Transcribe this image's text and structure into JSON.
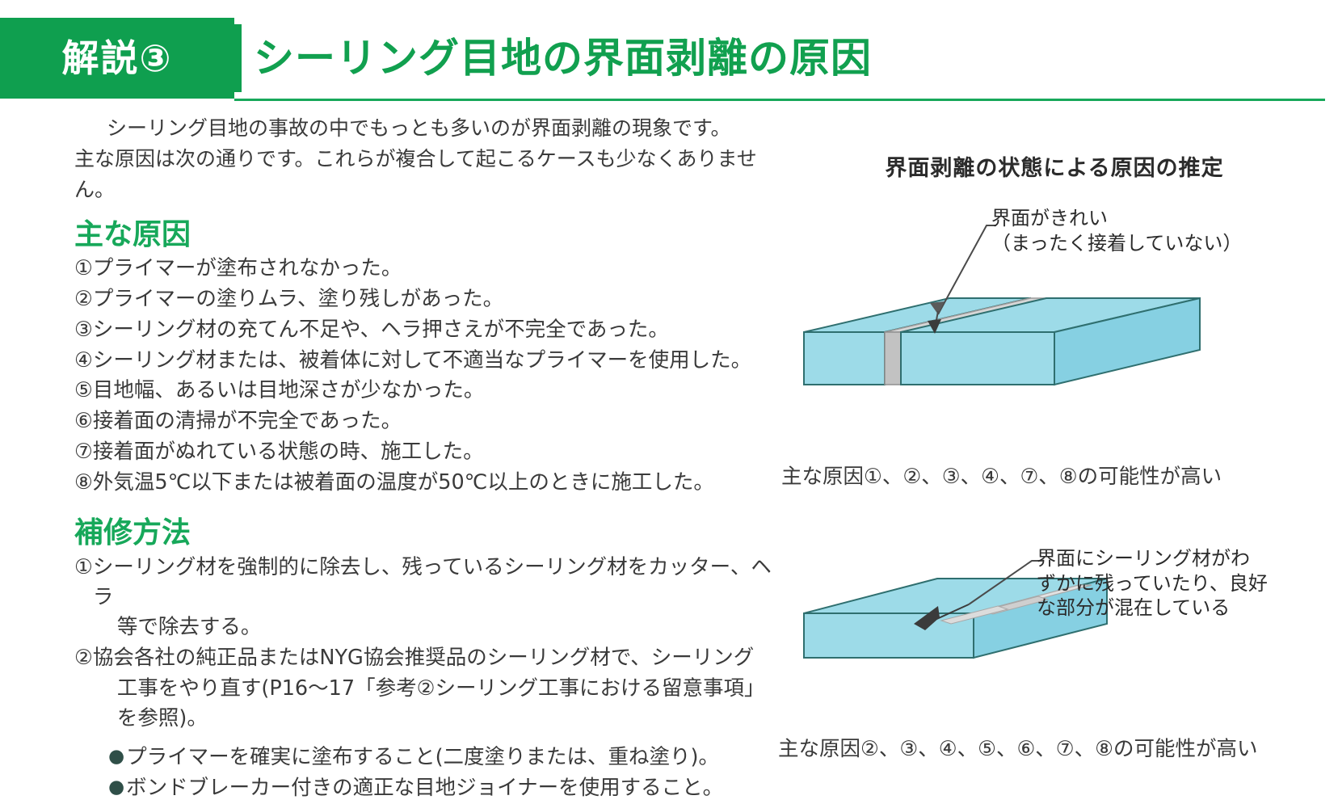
{
  "header": {
    "tab_label": "解説③",
    "title": "シーリング目地の界面剥離の原因",
    "accent_color": "#0f9f4f",
    "title_color": "#11a04f"
  },
  "intro": {
    "line1": "シーリング目地の事故の中でもっとも多いのが界面剥離の現象です。",
    "line2": "主な原因は次の通りです。これらが複合して起こるケースも少なくありません。"
  },
  "causes": {
    "heading": "主な原因",
    "items": [
      {
        "marker": "①",
        "text": "プライマーが塗布されなかった。"
      },
      {
        "marker": "②",
        "text": "プライマーの塗りムラ、塗り残しがあった。"
      },
      {
        "marker": "③",
        "text": "シーリング材の充てん不足や、ヘラ押さえが不完全であった。"
      },
      {
        "marker": "④",
        "text": "シーリング材または、被着体に対して不適当なプライマーを使用した。"
      },
      {
        "marker": "⑤",
        "text": "目地幅、あるいは目地深さが少なかった。"
      },
      {
        "marker": "⑥",
        "text": "接着面の清掃が不完全であった。"
      },
      {
        "marker": "⑦",
        "text": "接着面がぬれている状態の時、施工した。"
      },
      {
        "marker": "⑧",
        "text": "外気温5℃以下または被着面の温度が50℃以上のときに施工した。"
      }
    ]
  },
  "repair": {
    "heading": "補修方法",
    "items": [
      {
        "marker": "①",
        "line1": "シーリング材を強制的に除去し、残っているシーリング材をカッター、ヘラ",
        "line2": "等で除去する。",
        "line3": ""
      },
      {
        "marker": "②",
        "line1": "協会各社の純正品またはNYG協会推奨品のシーリング材で、シーリング",
        "line2": "工事をやり直す(P16〜17「参考②シーリング工事における留意事項」",
        "line3": "を参照)。"
      }
    ],
    "bullets": [
      {
        "dot": "●",
        "text": "プライマーを確実に塗布すること(二度塗りまたは、重ね塗り)。"
      },
      {
        "dot": "●",
        "text": "ボンドブレーカー付きの適正な目地ジョイナーを使用すること。"
      }
    ]
  },
  "figures": {
    "heading": "界面剥離の状態による原因の推定",
    "colors": {
      "slab_top": "#9ddbe8",
      "slab_side": "#7fcbdc",
      "slab_outline": "#2f6f6f",
      "sealant_gray": "#c9c9c9",
      "leader": "#4a4a4a"
    },
    "items": [
      {
        "callout_lines": [
          "界面がきれい",
          "（まったく接着していない）"
        ],
        "caption": "主な原因①、②、③、④、⑦、⑧の可能性が高い"
      },
      {
        "callout_lines": [
          "界面にシーリング材がわ",
          "ずかに残っていたり、良好",
          "な部分が混在している"
        ],
        "caption": "主な原因②、③、④、⑤、⑥、⑦、⑧の可能性が高い"
      }
    ]
  }
}
